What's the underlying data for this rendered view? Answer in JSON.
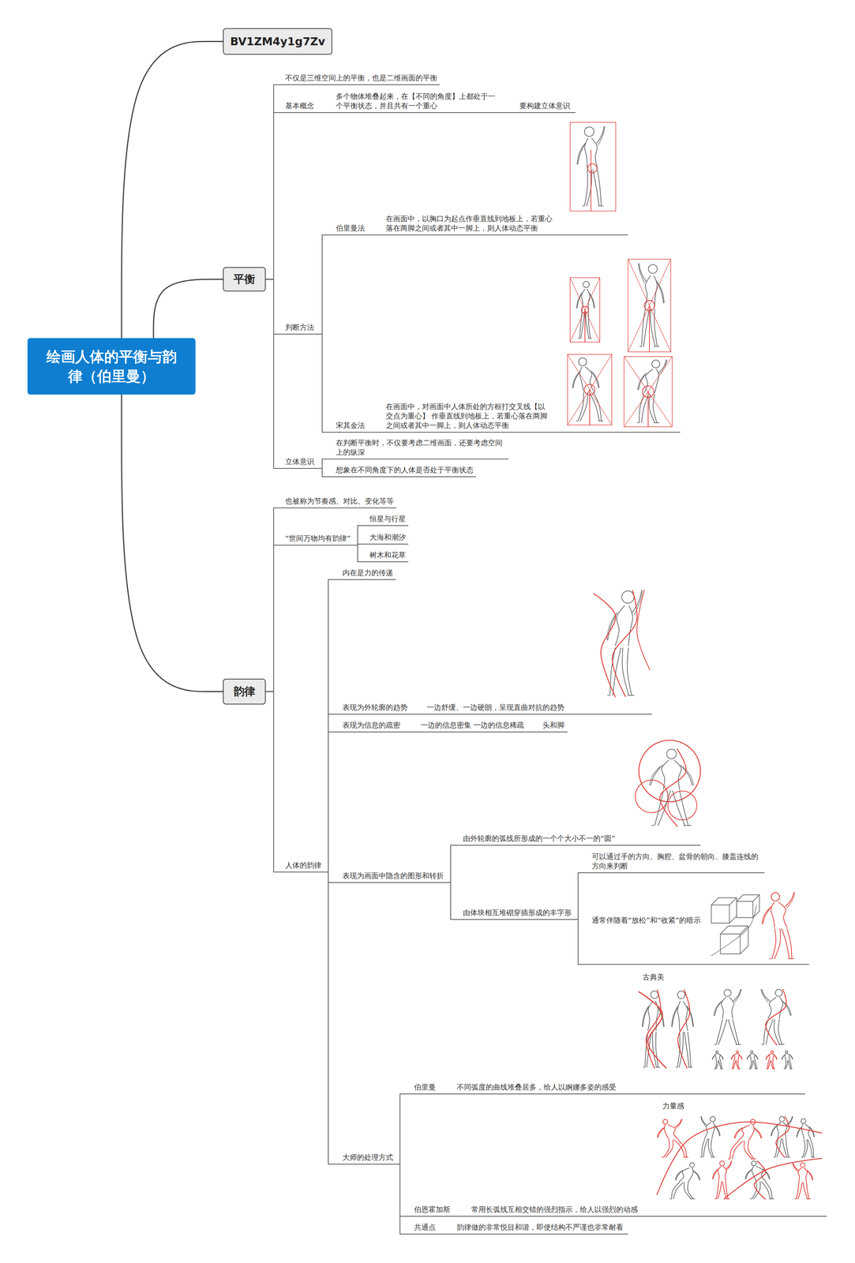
{
  "diagram": {
    "nodes": [
      {
        "text": [
          "绘画人体的平衡与韵律（伯里曼）"
        ]
      },
      {
        "text": [
          "BV1ZM4y1g7Zv"
        ]
      },
      {
        "text": [
          "平衡"
        ]
      },
      {
        "text": [
          "不仅是三维空间上的平衡，也是二维画面的平衡"
        ]
      },
      {
        "text": [
          "基本概念"
        ]
      },
      {
        "text": [
          "多个物体堆叠起来，在【不同的角度】上都处于一个平衡状态，并且共有一个重心"
        ]
      },
      {
        "text": [
          "要构建立体意识"
        ]
      },
      {
        "text": [
          "判断方法"
        ]
      },
      {
        "text": [
          "伯里曼法"
        ]
      },
      {
        "text": [
          "在画面中，以胸口为起点作垂直线到地板上，若重心落在两脚之间或者其中一脚上，则人体动态平衡"
        ]
      },
      {
        "text": [
          "宋其金法"
        ]
      },
      {
        "text": [
          "在画面中，对画面中人体所处的方框打交叉线【以交点为重心】 作垂直线到地板上，若重心落在两脚之间或者其中一脚上，则人体动态平衡"
        ]
      },
      {
        "text": [
          "立体意识"
        ]
      },
      {
        "text": [
          "在判断平衡时，不仅要考虑二维画面，还要考虑空间上的纵深"
        ]
      },
      {
        "text": [
          "想象在不同角度下的人体是否处于平衡状态"
        ]
      },
      {
        "text": [
          "韵律"
        ]
      },
      {
        "text": [
          "也被称为节奏感、对比、变化等等"
        ]
      },
      {
        "text": [
          "“世间万物均有韵律”"
        ]
      },
      {
        "text": [
          "恒星与行星"
        ]
      },
      {
        "text": [
          "大海和潮汐"
        ]
      },
      {
        "text": [
          "树木和花草"
        ]
      },
      {
        "text": [
          "人体的韵律"
        ]
      },
      {
        "text": [
          "内在是力的传递"
        ]
      },
      {
        "text": [
          "表现为外轮廓的趋势"
        ]
      },
      {
        "text": [
          "一边舒缓、一边硬朗，呈现直曲对抗的趋势"
        ]
      },
      {
        "text": [
          "表现为信息的疏密"
        ]
      },
      {
        "text": [
          "一边的信息密集 一边的信息稀疏"
        ]
      },
      {
        "text": [
          "头和脚"
        ]
      },
      {
        "text": [
          "表现为画面中隐含的图形和转折"
        ]
      },
      {
        "text": [
          "由外轮廓的弧线所形成的一个个大小不一的“圆”"
        ]
      },
      {
        "text": [
          "由体块相互堆砌穿插形成的丰字形"
        ]
      },
      {
        "text": [
          "可以通过手的方向、胸腔、盆骨的朝向、膝盖连线的方向来判断"
        ]
      },
      {
        "text": [
          "通常伴随着“放松”和“收紧”的暗示"
        ]
      },
      {
        "text": [
          "大师的处理方式"
        ]
      },
      {
        "text": [
          "伯里曼"
        ]
      },
      {
        "text": [
          "不同弧度的曲线堆叠居多，给人以婀娜多姿的感受"
        ]
      },
      {
        "text": [
          "伯恩霍加斯"
        ]
      },
      {
        "text": [
          "常用长弧线互相交错的强烈指示，给人以强烈的动感"
        ]
      },
      {
        "text": [
          "共通点"
        ]
      },
      {
        "text": [
          "韵律做的非常悦目和谐，即使结构不严谨也非常耐看"
        ]
      }
    ],
    "edges": [
      {
        "from": 0,
        "to": 1,
        "arrow": "none"
      },
      {
        "from": 0,
        "to": 2,
        "arrow": "none"
      },
      {
        "from": 0,
        "to": 15,
        "arrow": "none"
      },
      {
        "from": 2,
        "to": 3,
        "arrow": "none"
      },
      {
        "from": 2,
        "to": 4,
        "arrow": "none"
      },
      {
        "from": 4,
        "to": 5,
        "arrow": "none"
      },
      {
        "from": 5,
        "to": 6,
        "arrow": "none"
      },
      {
        "from": 2,
        "to": 7,
        "arrow": "none"
      },
      {
        "from": 7,
        "to": 8,
        "arrow": "none"
      },
      {
        "from": 8,
        "to": 9,
        "arrow": "none"
      },
      {
        "from": 7,
        "to": 10,
        "arrow": "none"
      },
      {
        "from": 10,
        "to": 11,
        "arrow": "none"
      },
      {
        "from": 2,
        "to": 12,
        "arrow": "none"
      },
      {
        "from": 12,
        "to": 13,
        "arrow": "none"
      },
      {
        "from": 12,
        "to": 14,
        "arrow": "none"
      },
      {
        "from": 15,
        "to": 16,
        "arrow": "none"
      },
      {
        "from": 15,
        "to": 17,
        "arrow": "none"
      },
      {
        "from": 17,
        "to": 18,
        "arrow": "none"
      },
      {
        "from": 17,
        "to": 19,
        "arrow": "none"
      },
      {
        "from": 17,
        "to": 20,
        "arrow": "none"
      },
      {
        "from": 15,
        "to": 21,
        "arrow": "none"
      },
      {
        "from": 21,
        "to": 22,
        "arrow": "none"
      },
      {
        "from": 21,
        "to": 23,
        "arrow": "none"
      },
      {
        "from": 23,
        "to": 24,
        "arrow": "none"
      },
      {
        "from": 21,
        "to": 25,
        "arrow": "none"
      },
      {
        "from": 25,
        "to": 26,
        "arrow": "none"
      },
      {
        "from": 26,
        "to": 27,
        "arrow": "none"
      },
      {
        "from": 21,
        "to": 28,
        "arrow": "none"
      },
      {
        "from": 28,
        "to": 29,
        "arrow": "none"
      },
      {
        "from": 28,
        "to": 30,
        "arrow": "none"
      },
      {
        "from": 30,
        "to": 31,
        "arrow": "none"
      },
      {
        "from": 30,
        "to": 32,
        "arrow": "none"
      },
      {
        "from": 21,
        "to": 33,
        "arrow": "none"
      },
      {
        "from": 33,
        "to": 34,
        "arrow": "none"
      },
      {
        "from": 34,
        "to": 35,
        "arrow": "none"
      },
      {
        "from": 33,
        "to": 36,
        "arrow": "none"
      },
      {
        "from": 36,
        "to": 37,
        "arrow": "none"
      },
      {
        "from": 33,
        "to": 38,
        "arrow": "none"
      },
      {
        "from": 38,
        "to": 39,
        "arrow": "none"
      }
    ],
    "labels": [
      "古典美",
      "力量感"
    ]
  }
}
